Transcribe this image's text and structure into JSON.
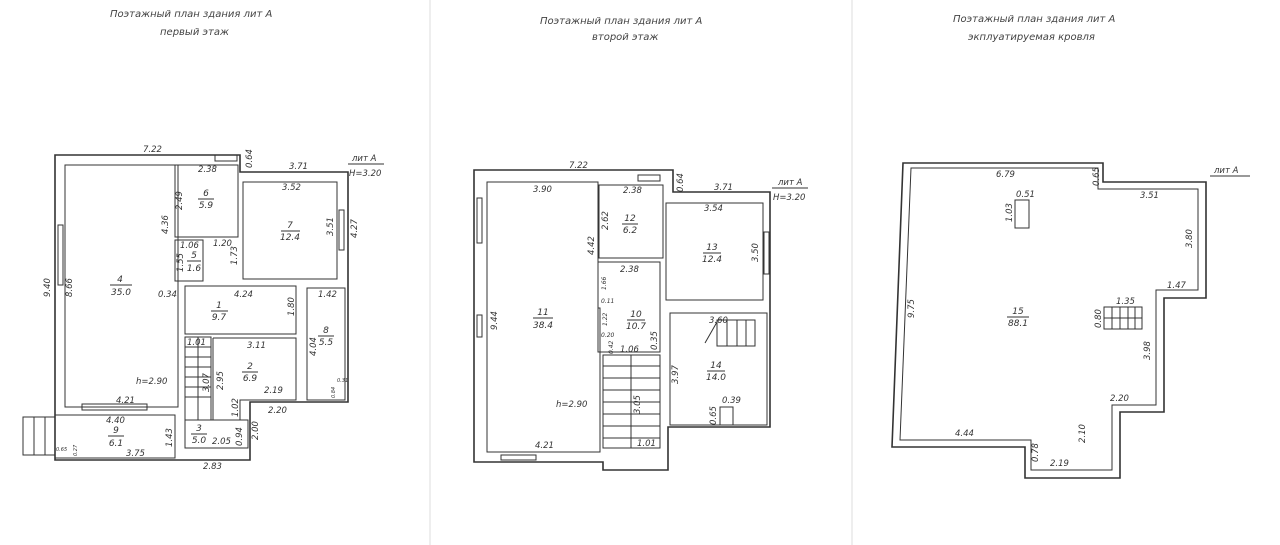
{
  "plans": [
    {
      "title": "Поэтажный план здания  лит А",
      "subtitle": "первый этаж",
      "lit": "лит А",
      "height": "H=3.20",
      "ceiling": "h=2.90",
      "rooms": [
        {
          "num": "4",
          "area": "35.0"
        },
        {
          "num": "6",
          "area": "5.9"
        },
        {
          "num": "7",
          "area": "12.4"
        },
        {
          "num": "5",
          "area": "1.6"
        },
        {
          "num": "1",
          "area": "9.7"
        },
        {
          "num": "8",
          "area": "5.5"
        },
        {
          "num": "2",
          "area": "6.9"
        },
        {
          "num": "3",
          "area": "5.0"
        },
        {
          "num": "9",
          "area": "6.1"
        }
      ],
      "dims": [
        "7.22",
        "0.64",
        "3.71",
        "2.38",
        "2.49",
        "3.52",
        "3.51",
        "4.27",
        "4.36",
        "1.06",
        "1.20",
        "1.55",
        "1.73",
        "9.40",
        "8.66",
        "0.34",
        "4.24",
        "1.80",
        "1.42",
        "4.04",
        "1.01",
        "3.11",
        "3.07",
        "2.95",
        "2.19",
        "1.02",
        "2.20",
        "0.94",
        "2.05",
        "2.00",
        "4.21",
        "4.40",
        "1.43",
        "3.75",
        "2.83",
        "0.65",
        "0.27",
        "0.31",
        "0.84"
      ]
    },
    {
      "title": "Поэтажный план здания  лит А",
      "subtitle": "второй этаж",
      "lit": "лит А",
      "height": "H=3.20",
      "ceiling": "h=2.90",
      "rooms": [
        {
          "num": "11",
          "area": "38.4"
        },
        {
          "num": "12",
          "area": "6.2"
        },
        {
          "num": "13",
          "area": "12.4"
        },
        {
          "num": "10",
          "area": "10.7"
        },
        {
          "num": "14",
          "area": "14.0"
        }
      ],
      "dims": [
        "7.22",
        "0.64",
        "3.71",
        "3.90",
        "2.38",
        "2.62",
        "4.42",
        "3.54",
        "3.50",
        "2.38",
        "1.66",
        "0.11",
        "1.22",
        "0.20",
        "0.42",
        "1.06",
        "0.35",
        "9.44",
        "3.60",
        "3.97",
        "3.05",
        "1.01",
        "0.39",
        "0.65",
        "4.21"
      ]
    },
    {
      "title": "Поэтажный план здания  лит А",
      "subtitle": "экплуатируемая кровля",
      "lit": "лит А",
      "rooms": [
        {
          "num": "15",
          "area": "88.1"
        }
      ],
      "dims": [
        "6.79",
        "0.65",
        "3.51",
        "0.51",
        "1.03",
        "3.80",
        "1.47",
        "9.75",
        "1.35",
        "0.80",
        "3.98",
        "2.20",
        "2.10",
        "4.44",
        "0.78",
        "2.19"
      ]
    }
  ]
}
